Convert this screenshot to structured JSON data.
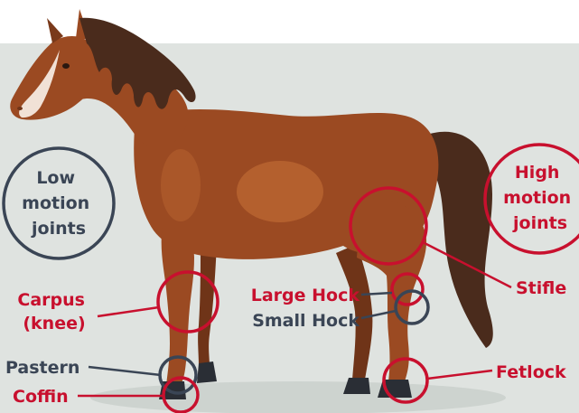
{
  "colors": {
    "background_top": "#ffffff",
    "background": "#dfe3e0",
    "ground_shadow": "#cdd3cf",
    "horse_body": "#9b4a22",
    "horse_body_light": "#b4602e",
    "horse_body_dark": "#6f3418",
    "mane_tail": "#4a2b1c",
    "hoof": "#2a2e35",
    "blaze": "#f1e1d6",
    "high_motion": "#c8102e",
    "low_motion": "#3a4555"
  },
  "legend": {
    "low": {
      "lines": [
        "Low",
        "motion",
        "joints"
      ],
      "color": "low_motion"
    },
    "high": {
      "lines": [
        "High",
        "motion",
        "joints"
      ],
      "color": "high_motion"
    }
  },
  "joints": [
    {
      "id": "carpus",
      "lines": [
        "Carpus",
        "(knee)"
      ],
      "motion": "high"
    },
    {
      "id": "large-hock",
      "lines": [
        "Large Hock"
      ],
      "motion": "high"
    },
    {
      "id": "small-hock",
      "lines": [
        "Small Hock"
      ],
      "motion": "low"
    },
    {
      "id": "stifle",
      "lines": [
        "Stifle"
      ],
      "motion": "high"
    },
    {
      "id": "pastern",
      "lines": [
        "Pastern"
      ],
      "motion": "low"
    },
    {
      "id": "coffin",
      "lines": [
        "Coffin"
      ],
      "motion": "high"
    },
    {
      "id": "fetlock",
      "lines": [
        "Fetlock"
      ],
      "motion": "high"
    }
  ]
}
